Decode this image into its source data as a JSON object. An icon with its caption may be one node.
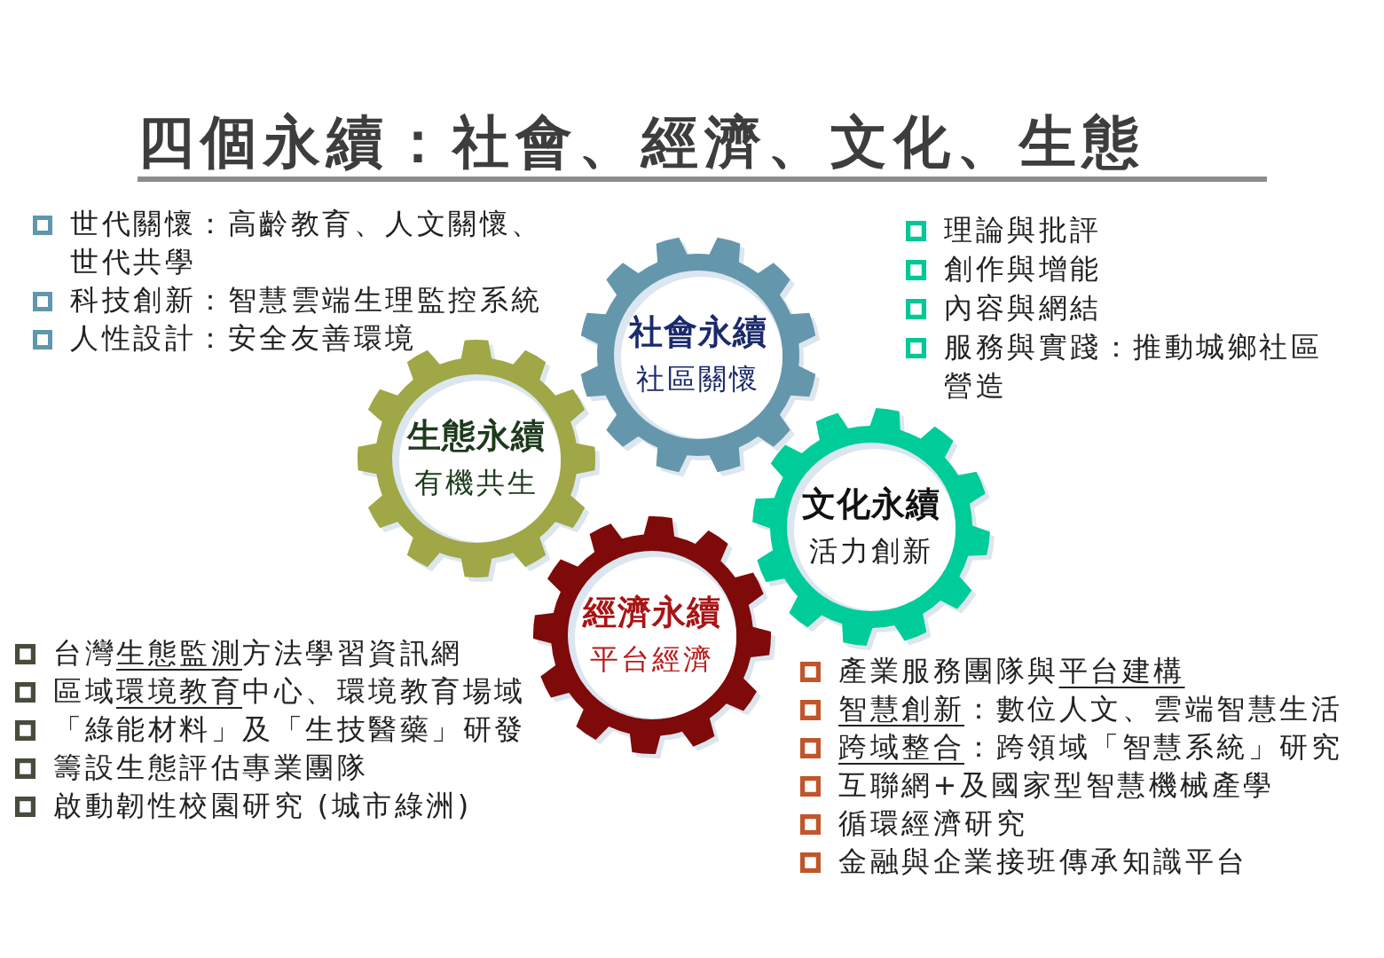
{
  "diagram": {
    "title": "四個永續：社會、經濟、文化、生態",
    "nodes": [
      {
        "text": [
          "社會永續",
          "社區關懷"
        ]
      },
      {
        "text": [
          "生態永續",
          "有機共生"
        ]
      },
      {
        "text": [
          "文化永續",
          "活力創新"
        ]
      },
      {
        "text": [
          "經濟永續",
          "平台經濟"
        ]
      }
    ],
    "labels": [
      "世代關懷：高齡教育、人文關懷、世代共學",
      "科技創新：智慧雲端生理監控系統",
      "人性設計：安全友善環境",
      "理論與批評",
      "創作與增能",
      "內容與網結",
      "服務與實踐：推動城鄉社區營造",
      "台灣生態監測方法學習資訊網",
      "區域環境教育中心、環境教育場域",
      "「綠能材料」及「生技醫藥」研發",
      "籌設生態評估專業團隊",
      "啟動韌性校園研究 (城市綠洲)",
      "產業服務團隊與平台建構",
      "智慧創新：數位人文、雲端智慧生活",
      "跨域整合：跨領域「智慧系統」研究",
      "互聯網+及國家型智慧機械產學",
      "循環經濟研究",
      "金融與企業接班傳承知識平台"
    ]
  }
}
